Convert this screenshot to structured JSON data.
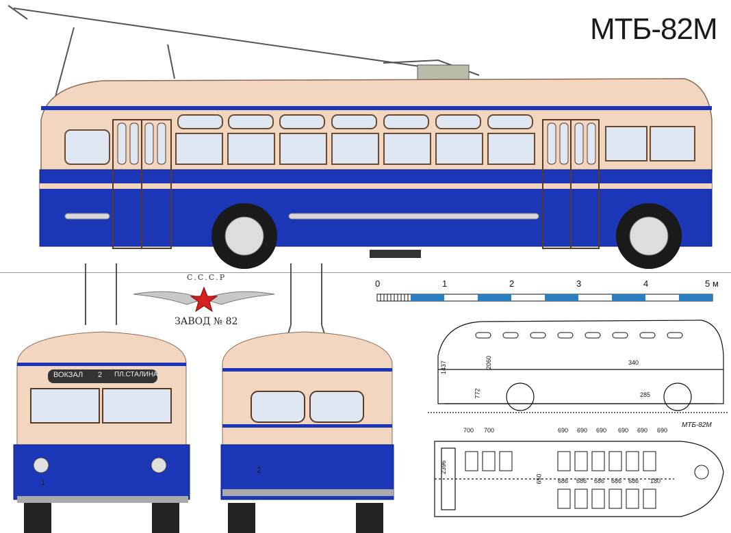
{
  "title": "МТБ-82М",
  "emblem": {
    "country": "С.С.С.Р",
    "factory": "ЗАВОД № 82"
  },
  "front_sign": {
    "left": "ВОКЗАЛ",
    "route": "2",
    "right": "ПЛ.СТАЛИНА"
  },
  "front_number": "1",
  "rear_number": "2",
  "scale": {
    "labels": [
      "0",
      "1",
      "2",
      "3",
      "4",
      "5 м"
    ]
  },
  "drawing": {
    "model_label": "МТБ-82М",
    "side_dims": [
      "2060",
      "772",
      "340",
      "285",
      "1437"
    ],
    "top_dims_upper": [
      "700",
      "700",
      "690",
      "690",
      "690",
      "690",
      "690",
      "690"
    ],
    "top_dims_lower": [
      "686",
      "686",
      "686",
      "686",
      "686",
      "180"
    ],
    "width_dim": "2396",
    "aisle_dim": "650"
  },
  "colors": {
    "blue": "#1c36b8",
    "cream": "#f2d6bf",
    "scale_blue": "#2a7fc0"
  }
}
